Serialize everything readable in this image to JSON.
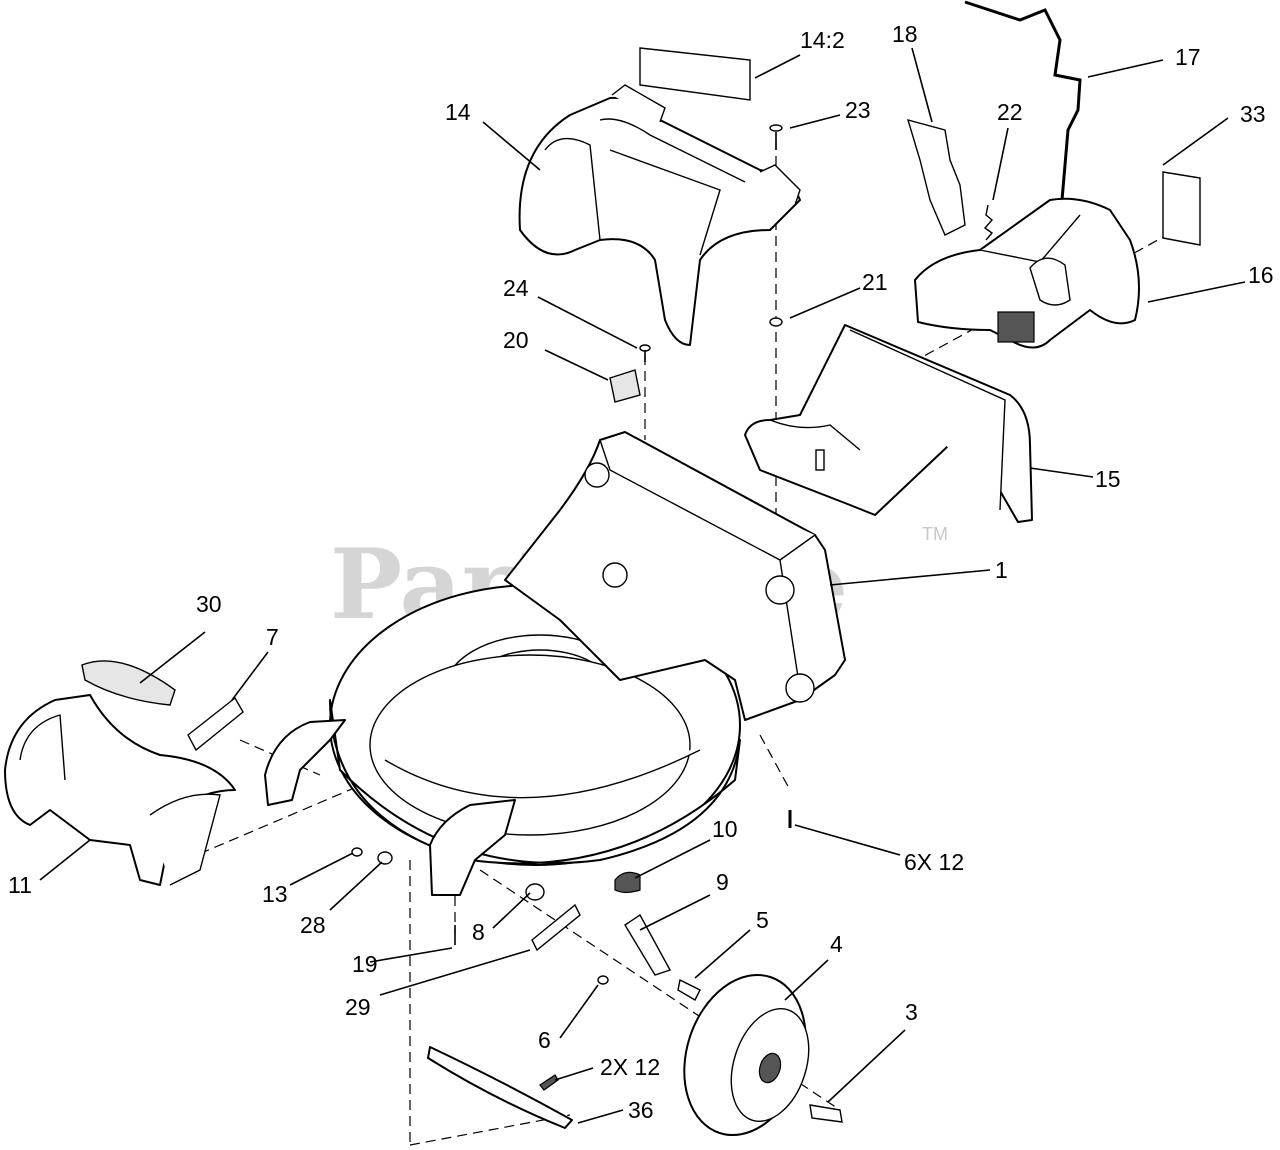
{
  "watermark": {
    "brand": "PartsTree",
    "trademark": "TM"
  },
  "callouts": {
    "c1": "1",
    "c3": "3",
    "c4": "4",
    "c5": "5",
    "c6": "6",
    "c7": "7",
    "c8": "8",
    "c9": "9",
    "c10": "10",
    "c11": "11",
    "c13": "13",
    "c14": "14",
    "c14_2": "14:2",
    "c15": "15",
    "c16": "16",
    "c17": "17",
    "c18": "18",
    "c19": "19",
    "c20": "20",
    "c21": "21",
    "c22": "22",
    "c23": "23",
    "c24": "24",
    "c28": "28",
    "c29": "29",
    "c30": "30",
    "c33": "33",
    "c36": "36",
    "c6x12": "6X 12",
    "c2x12": "2X 12"
  }
}
